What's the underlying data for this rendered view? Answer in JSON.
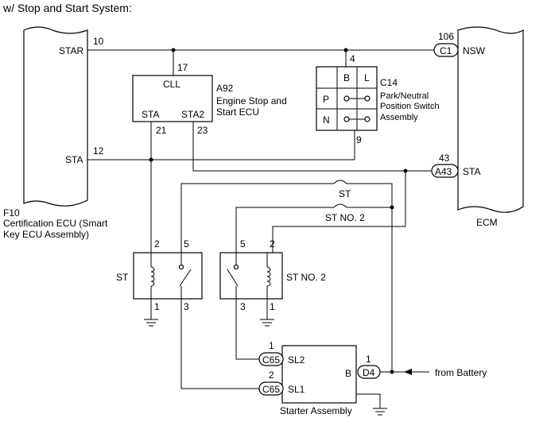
{
  "header": {
    "title": "w/ Stop and Start System:"
  },
  "components": {
    "cert_ecu": {
      "code": "F10",
      "name_line1": "Certification ECU (Smart",
      "name_line2": "Key ECU Assembly)",
      "pin_star": "STAR",
      "pin_star_no": "10",
      "pin_sta": "STA",
      "pin_sta_no": "12"
    },
    "ss_ecu": {
      "code": "A92",
      "name_line1": "Engine Stop and",
      "name_line2": "Start ECU",
      "pin_cll": "CLL",
      "pin_cll_no": "17",
      "pin_sta": "STA",
      "pin_sta_no": "21",
      "pin_sta2": "STA2",
      "pin_sta2_no": "23"
    },
    "pn_switch": {
      "code": "C14",
      "name_line1": "Park/Neutral",
      "name_line2": "Position Switch",
      "name_line3": "Assembly",
      "col_b": "B",
      "col_l": "L",
      "row_p": "P",
      "row_n": "N",
      "pin_top": "4",
      "pin_bottom": "9"
    },
    "ecm": {
      "name": "ECM",
      "pin_nsw": "NSW",
      "pin_nsw_no": "106",
      "conn_c1": "C1",
      "pin_sta": "STA",
      "pin_sta_no": "43",
      "conn_a43": "A43"
    },
    "fuses": {
      "st": "ST",
      "st_no2": "ST NO. 2"
    },
    "relay_st": {
      "name": "ST",
      "pin1": "1",
      "pin2": "2",
      "pin3": "3",
      "pin5": "5"
    },
    "relay_st2": {
      "name": "ST NO. 2",
      "pin1": "1",
      "pin2": "2",
      "pin3": "3",
      "pin5": "5"
    },
    "starter": {
      "name": "Starter Assembly",
      "pin_sl2": "SL2",
      "pin_sl1": "SL1",
      "pin_b": "B",
      "conn_c65a": "C65",
      "conn_c65b": "C65",
      "conn_d4": "D4",
      "sl2_no": "1",
      "sl1_no": "2",
      "b_no": "1"
    },
    "battery": {
      "label": "from Battery"
    }
  }
}
